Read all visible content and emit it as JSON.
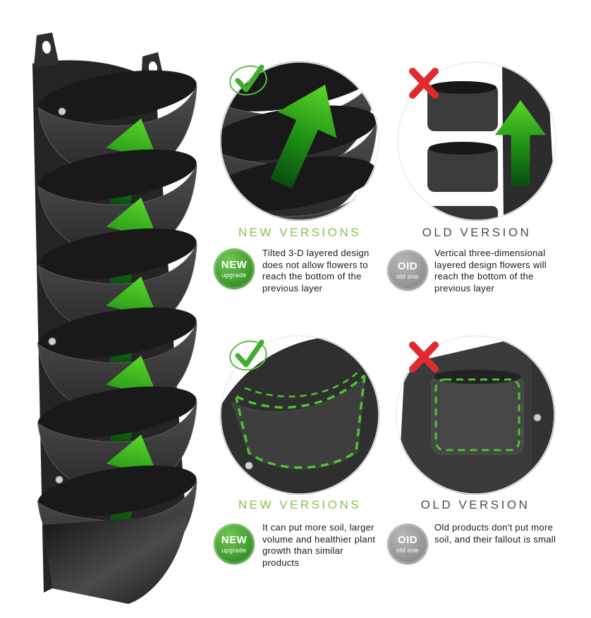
{
  "comparisons": [
    {
      "new": {
        "heading": "NEW VERSIONS",
        "badge_top": "NEW",
        "badge_bottom": "upgrade",
        "description": "Tilted 3-D layered design does not allow flowers to reach the bottom of the previous layer"
      },
      "old": {
        "heading": "OLD VERSION",
        "badge_top": "OID",
        "badge_bottom": "old one",
        "description": "Vertical three-dimensional layered design flowers will reach the bottom of the previous layer"
      }
    },
    {
      "new": {
        "heading": "NEW VERSIONS",
        "badge_top": "NEW",
        "badge_bottom": "upgrade",
        "description": "It can put more soil, larger volume and healthier plant growth than similar products"
      },
      "old": {
        "heading": "OLD VERSION",
        "badge_top": "OID",
        "badge_bottom": "old one",
        "description": "Old products don't put more soil, and their fallout is small"
      }
    }
  ],
  "colors": {
    "new_green": "#8bbf4f",
    "old_gray": "#4c4c4c",
    "badge_green": "#46a52f",
    "badge_gray": "#9a9a9a",
    "check_green": "#3fae2d",
    "cross_red": "#df2b30",
    "arrow_green": "#37b31c"
  }
}
